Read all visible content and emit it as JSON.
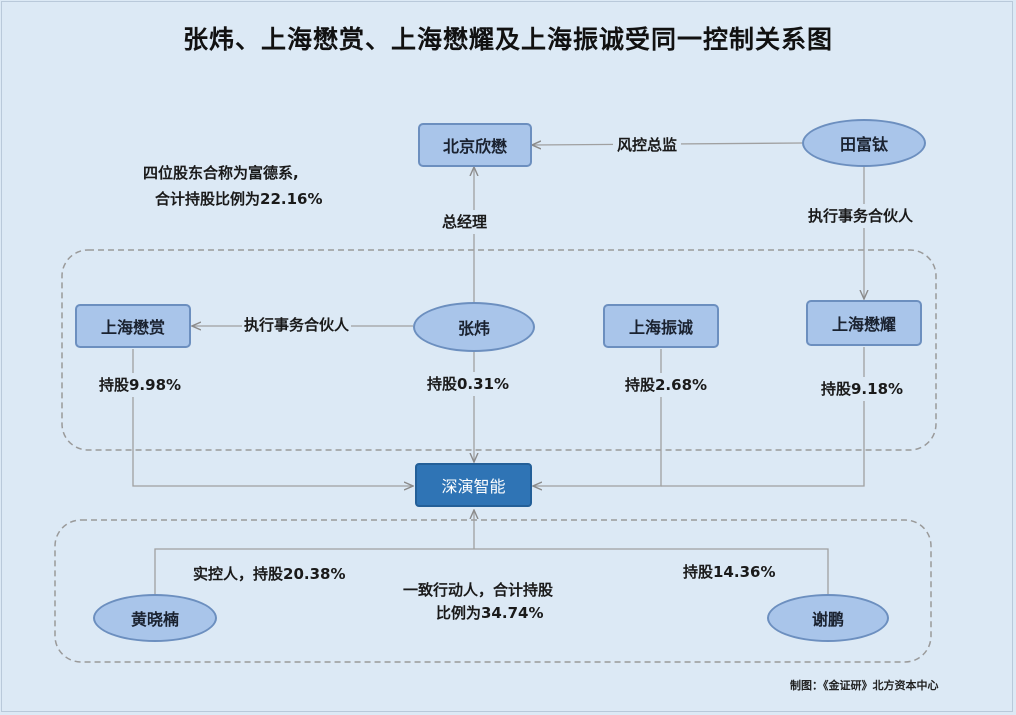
{
  "title": "张炜、上海懋赏、上海懋耀及上海振诚受同一控制关系图",
  "nodes": {
    "beijing_xinmao": "北京欣懋",
    "tian_fuzhao": "田富钛",
    "shanghai_maoshang": "上海懋赏",
    "zhang_wei": "张炜",
    "shanghai_zhencheng": "上海振诚",
    "shanghai_maoyao": "上海懋耀",
    "shenyan_zhineng": "深演智能",
    "huang_xiaonan": "黄晓楠",
    "xie_peng": "谢鹏"
  },
  "labels": {
    "risk_director": "风控总监",
    "general_manager": "总经理",
    "exec_partner_tian": "执行事务合伙人",
    "exec_partner_zhang": "执行事务合伙人",
    "fudexi_line1": "四位股东合称为富德系,",
    "fudexi_line2": "合计持股比例为22.16%",
    "hold_maoshang": "持股9.98%",
    "hold_zhangwei": "持股0.31%",
    "hold_zhencheng": "持股2.68%",
    "hold_maoyao": "持股9.18%",
    "huang_control": "实控人，持股20.38%",
    "concerted_line1": "一致行动人，合计持股",
    "concerted_line2": "比例为34.74%",
    "hold_xiepeng": "持股14.36%"
  },
  "credit": "制图：《金证研》北方资本中心",
  "colors": {
    "background": "#dce9f5",
    "node_fill": "#a9c5ea",
    "node_border": "#6c8fbf",
    "target_fill": "#2f74b5",
    "line": "#a0a0a0",
    "group_border": "#9a9a9a"
  }
}
